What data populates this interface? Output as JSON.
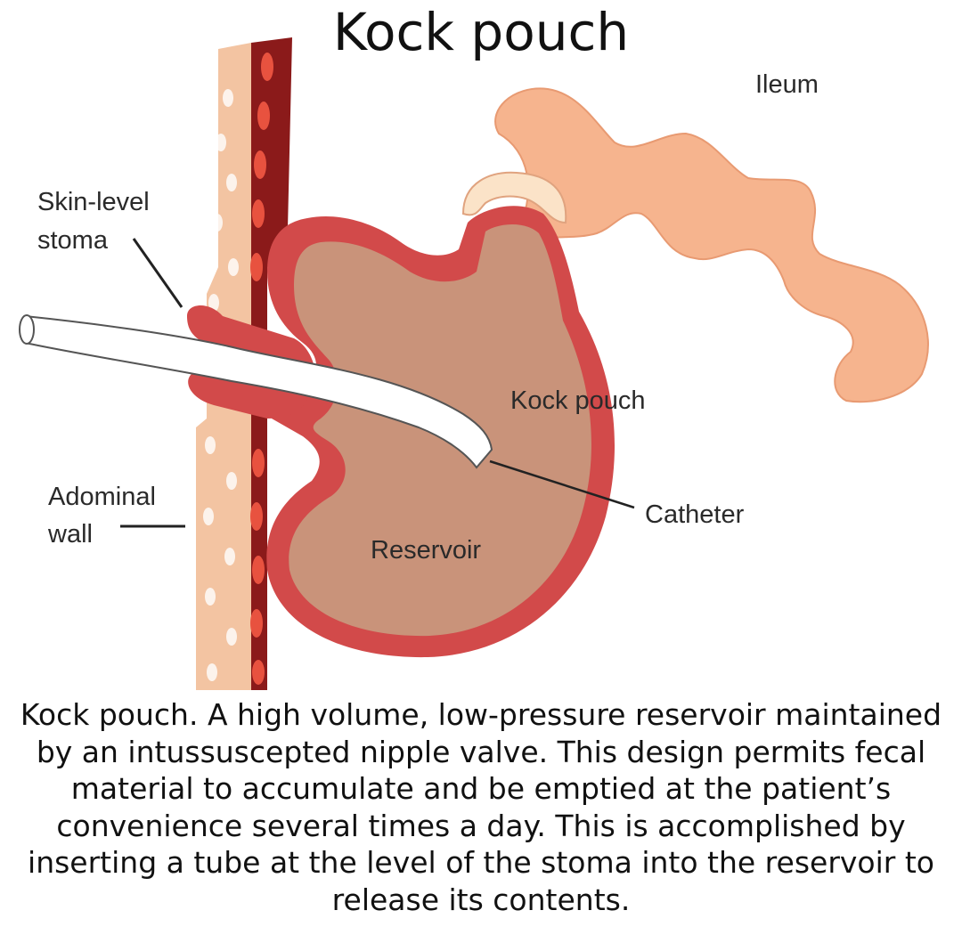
{
  "title": "Kock pouch",
  "labels": {
    "ileum": "Ileum",
    "skin_level_stoma_line1": "Skin-level",
    "skin_level_stoma_line2": "stoma",
    "kock_pouch": "Kock pouch",
    "abdominal_wall_line1": "Adominal",
    "abdominal_wall_line2": "wall",
    "catheter": "Catheter",
    "reservoir": "Reservoir"
  },
  "caption": "Kock pouch. A high volume, low-pressure reservoir maintained by an intussuscepted nipple valve. This design permits fecal material to accumulate and be emptied at the patient’s convenience several times a day. This is accomplished by inserting a tube at the level of the stoma into the reservoir to release its contents.",
  "colors": {
    "ileum": "#f6b48e",
    "pouch_wall": "#d24a4a",
    "pouch_fill": "#c9937a",
    "skin": "#f3c4a2",
    "muscle": "#8b1a1a",
    "catheter": "#ffffff"
  }
}
